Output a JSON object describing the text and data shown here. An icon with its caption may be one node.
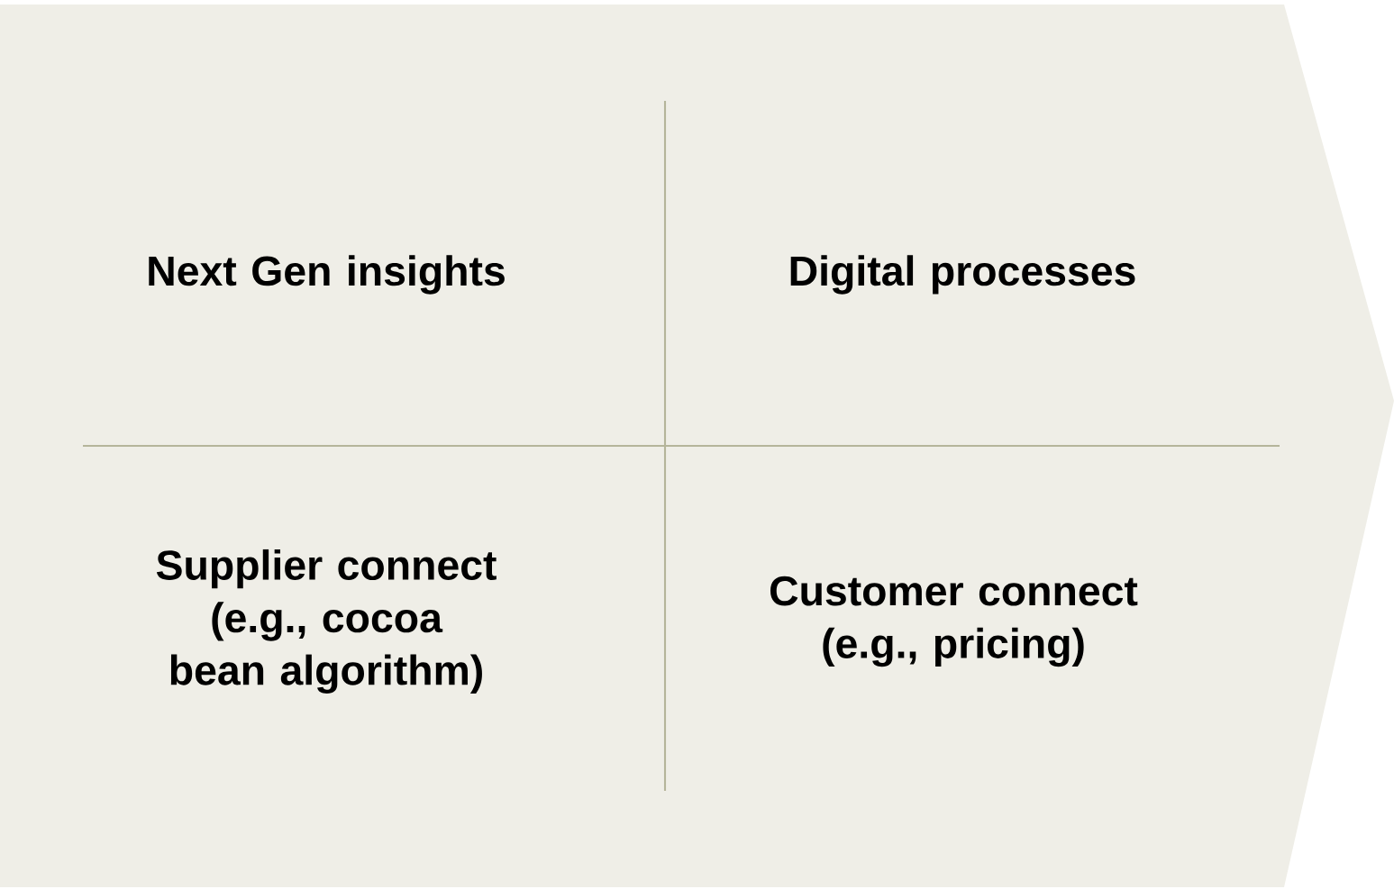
{
  "diagram": {
    "nodes": [
      {
        "text": [
          "Next Gen insights",
          "Digital processes",
          "Supplier connect (e.g., cocoa bean algorithm)",
          "Customer connect (e.g., pricing)"
        ]
      }
    ]
  }
}
